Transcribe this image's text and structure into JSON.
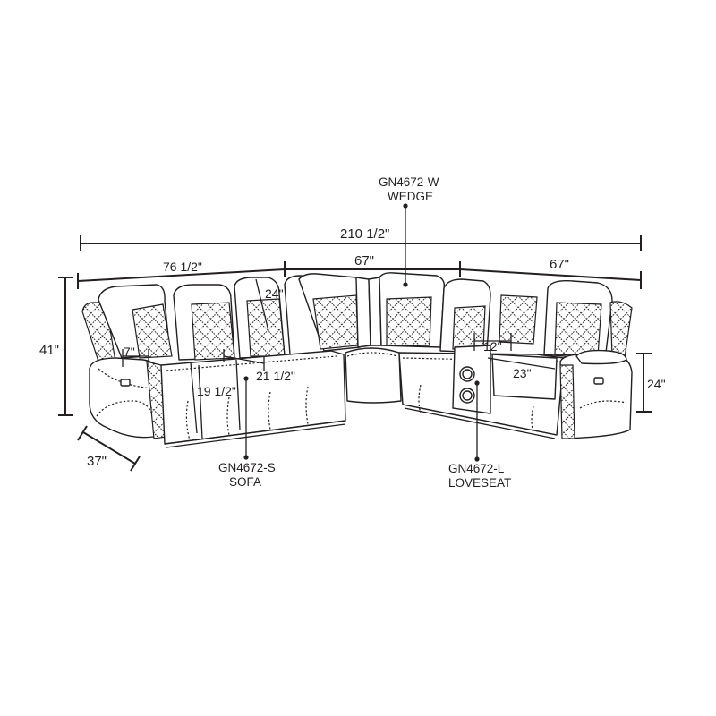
{
  "diagram": {
    "title": "Reclining sectional dimension drawing",
    "colors": {
      "ink": "#231f20",
      "background": "#ffffff"
    },
    "overall": {
      "total_width": "210 1/2\""
    },
    "section_widths": {
      "sofa": "76 1/2\"",
      "wedge": "67\"",
      "loveseat": "67\""
    },
    "heights": {
      "overall_height": "41\"",
      "arm_height": "24\"",
      "back_height": "24\""
    },
    "depth": "37\"",
    "details": {
      "console_width_sofa": "7\"",
      "seat_depth": "19 1/2\"",
      "seat_width": "21 1/2\"",
      "console_width_loveseat": "12\"",
      "seat_width_loveseat": "23\""
    },
    "components": [
      {
        "code": "GN4672-W",
        "name": "WEDGE"
      },
      {
        "code": "GN4672-S",
        "name": "SOFA"
      },
      {
        "code": "GN4672-L",
        "name": "LOVESEAT"
      }
    ]
  }
}
